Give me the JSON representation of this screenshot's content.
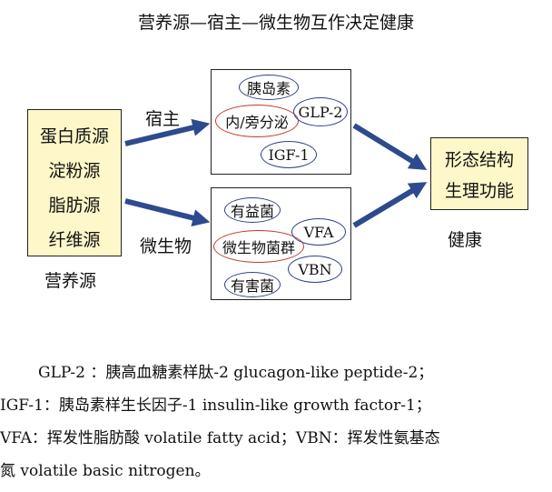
{
  "title": "营养源—宿主—微生物互作决定健康",
  "sources": {
    "items": [
      "蛋白质源",
      "淀粉源",
      "脂肪源",
      "纤维源"
    ],
    "label": "营养源"
  },
  "host_branch": {
    "label": "宿主",
    "center": "内/旁分泌",
    "items": [
      "胰岛素",
      "GLP-2",
      "IGF-1"
    ]
  },
  "microbe_branch": {
    "label": "微生物",
    "center": "微生物菌群",
    "items": [
      "有益菌",
      "VFA",
      "VBN",
      "有害菌"
    ]
  },
  "outcome": {
    "items": [
      "形态结构",
      "生理功能"
    ],
    "label": "健康"
  },
  "colors": {
    "box_fill": "#fdf7c9",
    "arrow": "#2e4a8f",
    "ellipse_blue": "#2f3f8f",
    "ellipse_red": "#c0392b"
  },
  "caption": [
    "GLP-2 ：胰高血糖素样肽-2 glucagon-like peptide-2；",
    "IGF-1：胰岛素样生长因子-1 insulin-like growth factor-1；",
    "VFA：挥发性脂肪酸 volatile fatty acid；VBN：挥发性氨基态",
    "氮 volatile basic nitrogen。"
  ]
}
